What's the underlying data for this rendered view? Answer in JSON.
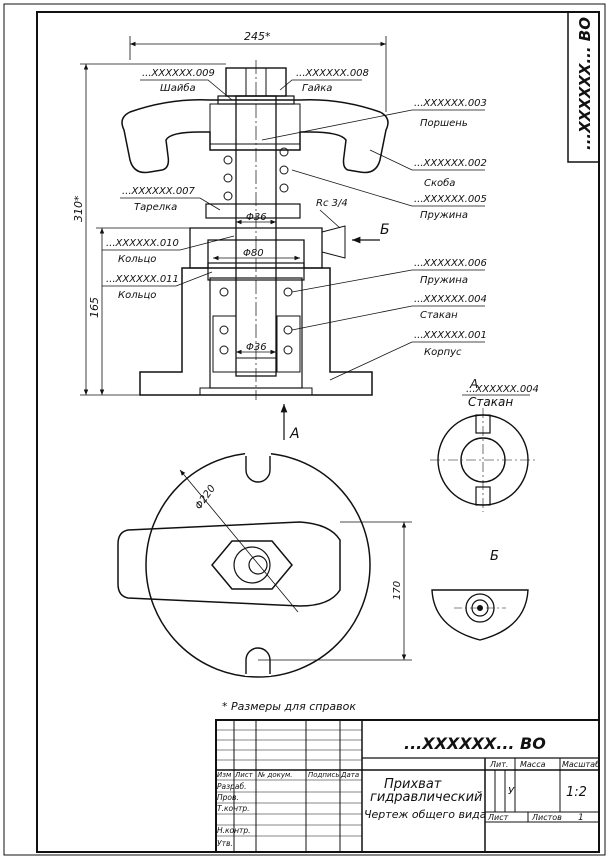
{
  "dimensions": {
    "width_overall": "245*",
    "height_overall": "310*",
    "height_base": "165",
    "dia_top": "Φ36",
    "dia_mid": "Φ80",
    "dia_bottom": "Φ36",
    "dia_plan": "Φ220",
    "plan_height": "170",
    "thread": "Rc 3/4"
  },
  "callouts": [
    {
      "code": "...XXXXXX.009",
      "name": "Шайба"
    },
    {
      "code": "...XXXXXX.008",
      "name": "Гайка"
    },
    {
      "code": "...XXXXXX.003",
      "name": "Поршень"
    },
    {
      "code": "...XXXXXX.002",
      "name": "Скоба"
    },
    {
      "code": "...XXXXXX.007",
      "name": "Тарелка"
    },
    {
      "code": "...XXXXXX.005",
      "name": "Пружина"
    },
    {
      "code": "...XXXXXX.010",
      "name": "Кольцо"
    },
    {
      "code": "...XXXXXX.011",
      "name": "Кольцо"
    },
    {
      "code": "...XXXXXX.006",
      "name": "Пружина"
    },
    {
      "code": "...XXXXXX.004",
      "name": "Стакан"
    },
    {
      "code": "...XXXXXX.001",
      "name": "Корпус"
    }
  ],
  "views": {
    "arrow_b": "Б",
    "arrow_a": "А",
    "view_a_letter": "А",
    "view_a_code": "...XXXXXX.004",
    "view_a_name": "Стакан",
    "view_b_letter": "Б"
  },
  "note": "* Размеры для справок",
  "stamp_corner": "...XXXXXX... ВО",
  "title_block": {
    "designation": "...XXXXXX... ВО",
    "name_line1": "Прихват",
    "name_line2": "гидравлический",
    "name_line3": "Чертеж общего вида",
    "col_headers": [
      "Изм",
      "Лист",
      "№ докум.",
      "Подпись",
      "Дата"
    ],
    "roles": [
      "Разраб.",
      "Пров.",
      "Т.контр.",
      "",
      "Н.контр.",
      "Утв."
    ],
    "lit_label": "Лит.",
    "mass_label": "Масса",
    "scale_label": "Масштаб",
    "lit_value": "У",
    "scale_value": "1:2",
    "sheet_label": "Лист",
    "sheets_label": "Листов",
    "sheets_value": "1"
  }
}
